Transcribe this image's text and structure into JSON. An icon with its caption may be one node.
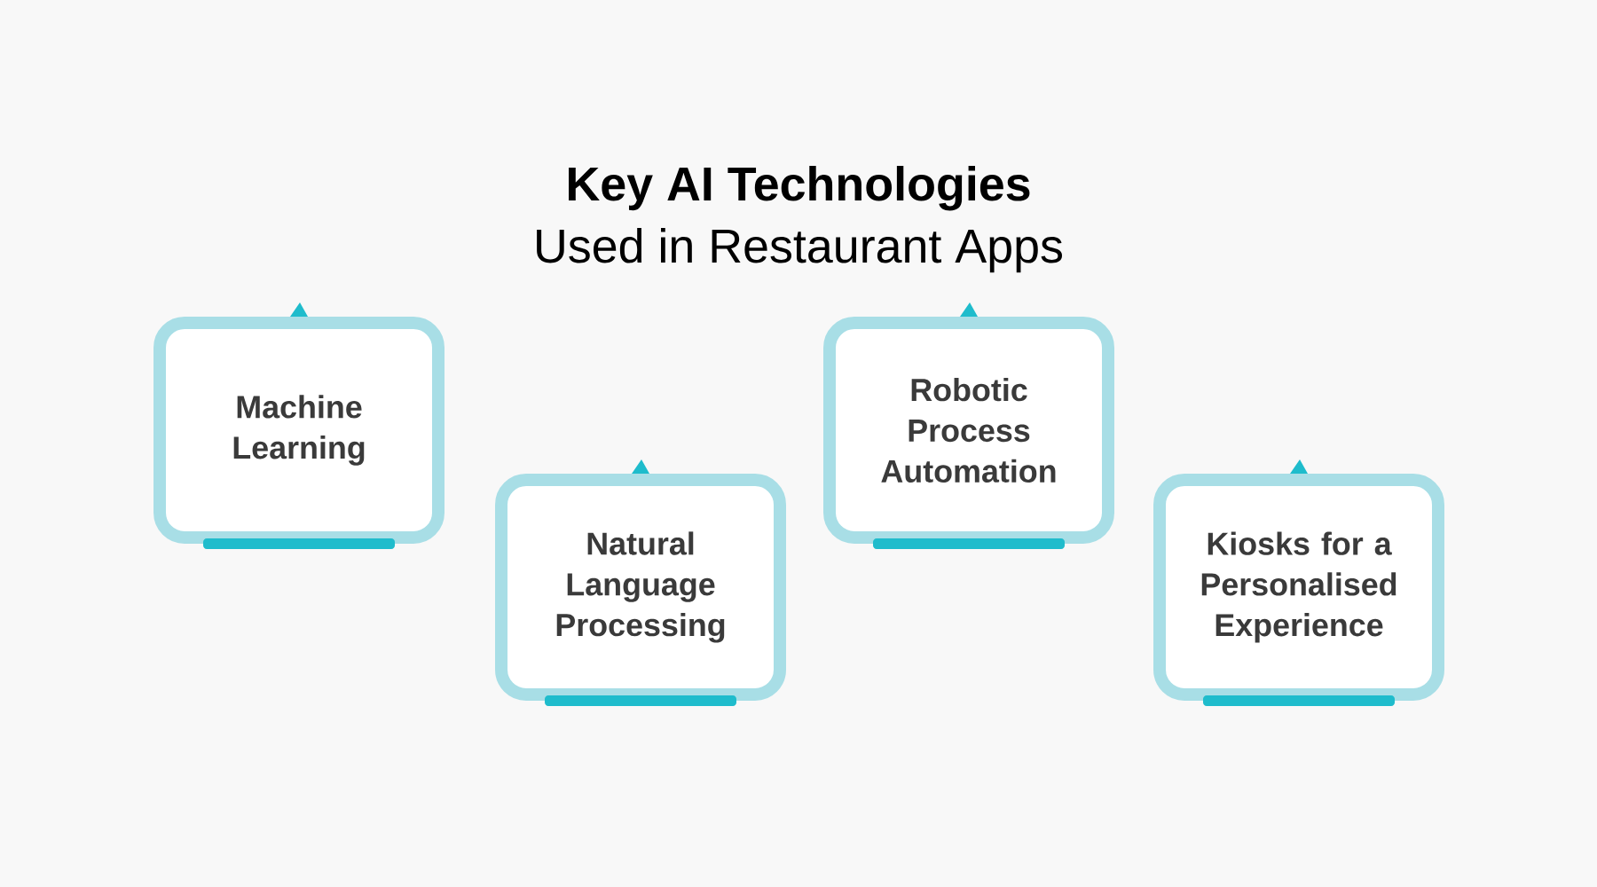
{
  "diagram": {
    "title": "Key AI Technologies",
    "nodes": [
      {
        "text": [
          "Machine Learning"
        ]
      },
      {
        "text": [
          "Natural Language Processing"
        ]
      },
      {
        "text": [
          "Robotic Process Automation"
        ]
      },
      {
        "text": [
          "Kiosks for a Personalised Experience"
        ]
      }
    ],
    "labels": [
      "Used in Restaurant Apps"
    ]
  }
}
